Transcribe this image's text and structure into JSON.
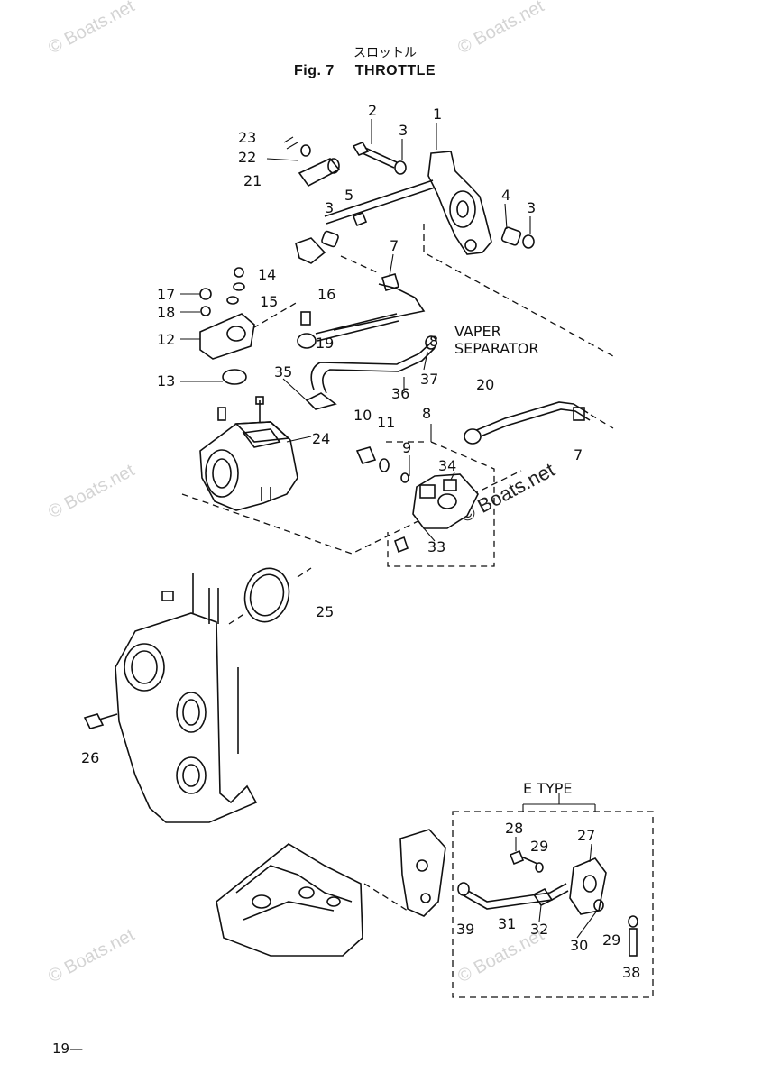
{
  "header": {
    "title_jp": "スロットル",
    "fig_label": "Fig. 7",
    "title": "THROTTLE"
  },
  "watermark": {
    "text": "© Boats.net",
    "dark_text": "© Boats.net"
  },
  "labels": {
    "p1": "1",
    "p2": "2",
    "p3a": "3",
    "p3b": "3",
    "p3c": "3",
    "p4": "4",
    "p5": "5",
    "p7a": "7",
    "p7b": "7",
    "p8a": "8",
    "p8b": "8",
    "p9": "9",
    "p10": "10",
    "p11": "11",
    "p12": "12",
    "p13": "13",
    "p14": "14",
    "p15": "15",
    "p16": "16",
    "p17": "17",
    "p18": "18",
    "p19": "19",
    "p20": "20",
    "p21": "21",
    "p22": "22",
    "p23": "23",
    "p24": "24",
    "p25": "25",
    "p26": "26",
    "p27": "27",
    "p28": "28",
    "p29a": "29",
    "p29b": "29",
    "p30": "30",
    "p31": "31",
    "p32": "32",
    "p33": "33",
    "p34": "34",
    "p35": "35",
    "p36": "36",
    "p37": "37",
    "p38": "38",
    "p39": "39",
    "vaper": "VAPER",
    "separator": "SEPARATOR",
    "e_type": "E TYPE"
  },
  "footer": {
    "page_number": "19"
  }
}
